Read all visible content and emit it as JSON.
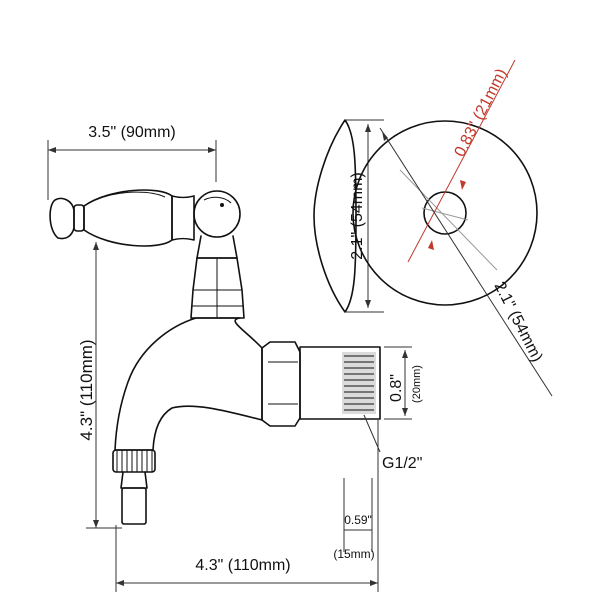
{
  "labels": {
    "top_width": "3.5\" (90mm)",
    "height": "4.3\" (110mm)",
    "bottom_width": "4.3\" (110mm)",
    "escutcheon_side": "2.1\" (54mm)",
    "escutcheon_diameter": "2.1\" (54mm)",
    "hole_diameter": "0.83\" (21mm)",
    "outlet_height_in": "0.8\"",
    "outlet_height_mm": "(20mm)",
    "thread": "G1/2\"",
    "thread_length_in": "0.59\"",
    "thread_length_mm": "(15mm)"
  },
  "colors": {
    "line": "#111111",
    "accent": "#c0392b"
  }
}
